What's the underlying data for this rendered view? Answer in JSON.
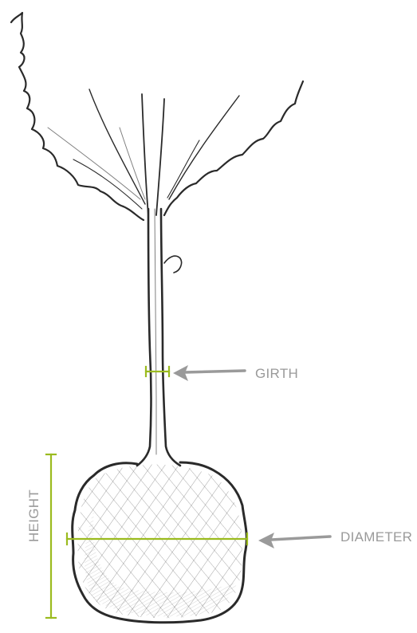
{
  "labels": {
    "girth": "GIRTH",
    "diameter": "DIAMETER",
    "height": "HEIGHT"
  },
  "colors": {
    "measure_line": "#9bbb1f",
    "arrow": "#9a9a9a",
    "label": "#9a9a9a",
    "sketch": "#2a2a2a"
  },
  "icons": {
    "girth_arrow": "arrow-left-icon",
    "diameter_arrow": "arrow-left-icon"
  }
}
